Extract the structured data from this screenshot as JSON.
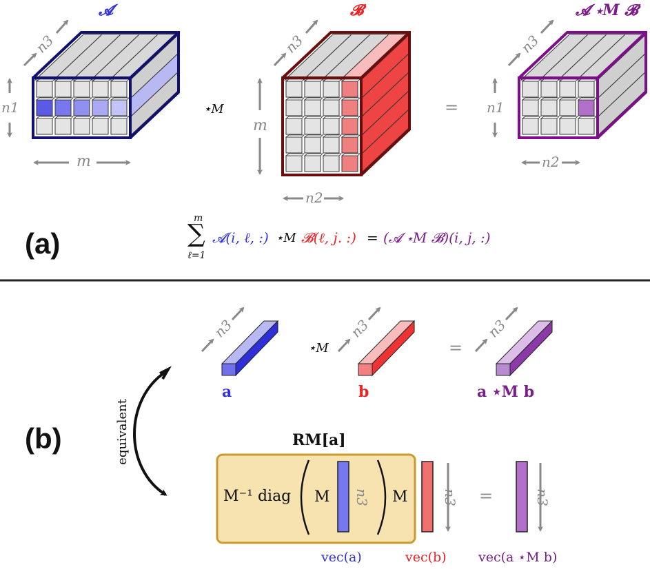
{
  "colors": {
    "blue_frame": "#101070",
    "blue_fill": "#7777ee",
    "red_frame": "#6a0d0d",
    "red_fill": "#ee5555",
    "purple_frame": "#7d0d8a",
    "purple_fill": "#a060c0",
    "gray_arrow": "#888888",
    "box_fill": "#f7e3b0",
    "box_border": "#c89a30",
    "separator": "#222222"
  },
  "panel_a": {
    "label": "(a)",
    "tensor_a_title": "𝓐",
    "tensor_b_title": "𝓑",
    "tensor_result_title": "𝓐 ⋆M 𝓑",
    "star_op": "⋆M",
    "equals": "=",
    "dim_n3": "n3",
    "dim_n1": "n1",
    "dim_m": "m",
    "dim_n2": "n2",
    "formula": {
      "sum_upper": "m",
      "sum_lower": "ℓ=1",
      "term_a": "𝓐(i, ℓ, :)",
      "star": "⋆M",
      "term_b": "𝓑(ℓ, j. :)",
      "equals": "=",
      "rhs": "(𝓐 ⋆M 𝓑)(i, j, :)"
    }
  },
  "panel_b": {
    "label": "(b)",
    "equivalent": "equivalent",
    "star_op": "⋆M",
    "equals": "=",
    "dim_n3": "n3",
    "tube_a": "a",
    "tube_b": "b",
    "tube_result": "a ⋆M b",
    "rm_label": "RM[a]",
    "minv_diag": "M⁻¹ diag",
    "m_inner": "M",
    "m_outer": "M",
    "equals2": "=",
    "vec_a": "vec(a)",
    "vec_b": "vec(b)",
    "vec_result": "vec(a ⋆M b)"
  }
}
